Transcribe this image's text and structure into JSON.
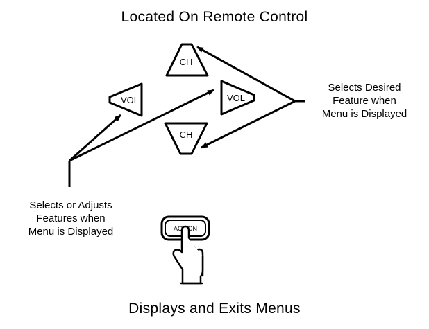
{
  "title": "Located On Remote Control",
  "footer": "Displays and Exits Menus",
  "buttons": {
    "ch_up": "CH",
    "ch_down": "CH",
    "vol_left": "VOL",
    "vol_right": "VOL",
    "action": "ACTION"
  },
  "right_callout": {
    "line1": "Selects Desired",
    "line2": "Feature when",
    "line3": "Menu is Displayed"
  },
  "left_callout": {
    "line1": "Selects or Adjusts",
    "line2": "Features when",
    "line3": "Menu is Displayed"
  },
  "icons": [
    "pointing-hand-icon",
    "arrow-icon"
  ]
}
